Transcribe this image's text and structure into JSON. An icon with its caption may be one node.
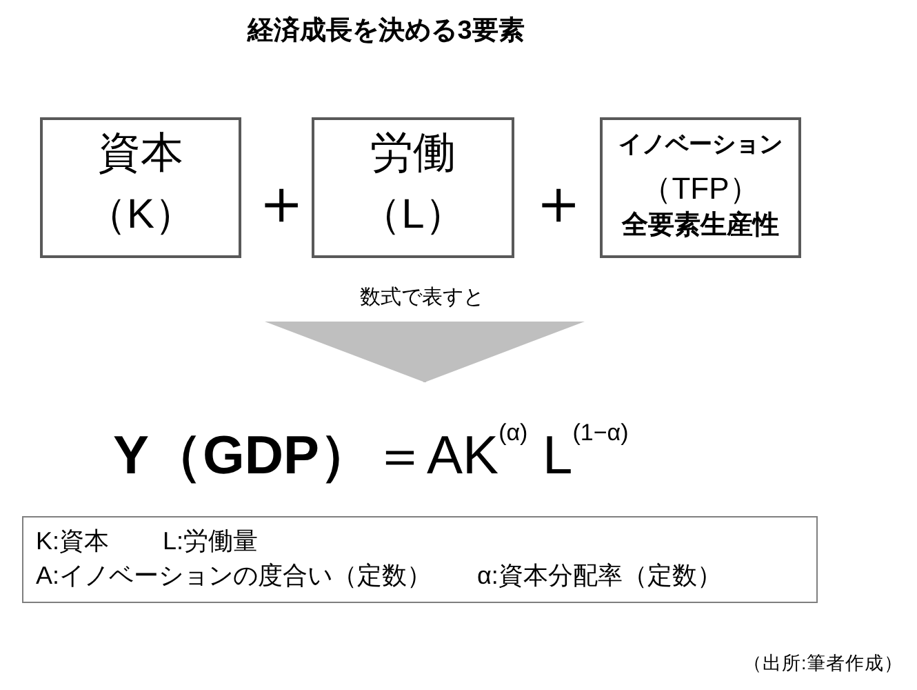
{
  "diagram": {
    "title": "経済成長を決める3要素",
    "nodes": [
      {
        "text": [
          "資本",
          "（K）"
        ]
      },
      {
        "text": [
          "労働",
          "（L）"
        ]
      },
      {
        "text": [
          "イノベーション",
          "（TFP）",
          "全要素生産性"
        ]
      },
      {
        "text": [
          "**Y（GDP）**＝AK$^{(α)}$ L$^{(1−α)}$"
        ]
      },
      {
        "text": [
          "K:資本",
          "L:労働量",
          "A:イノベーションの度合い（定数）",
          "α:資本分配率（定数）"
        ]
      }
    ],
    "edges": [
      {
        "from": null,
        "to": 3,
        "arrow": "to",
        "label": "数式で表すと",
        "color": "#bfbfbf"
      }
    ],
    "labels": [
      "＋",
      "＋",
      "（出所:筆者作成）"
    ]
  }
}
